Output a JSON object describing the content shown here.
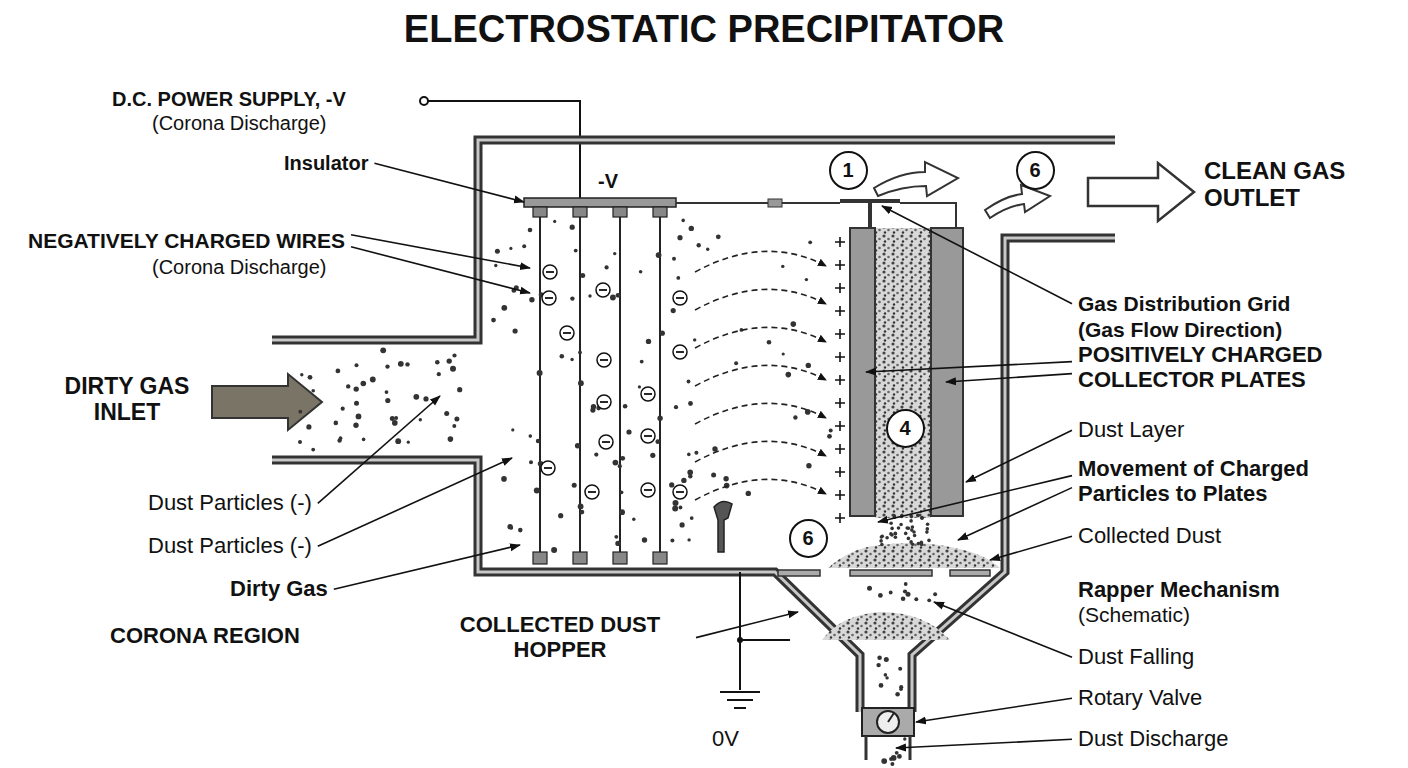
{
  "diagram": {
    "title": "ELECTROSTATIC PRECIPITATOR",
    "nodes": [
      {
        "text": [
          "1"
        ]
      },
      {
        "text": [
          "6"
        ]
      },
      {
        "text": [
          "4"
        ]
      },
      {
        "text": [
          "6"
        ]
      }
    ],
    "labels": [
      "D.C. POWER SUPPLY, -V",
      "(Corona Discharge)",
      "Insulator",
      "-V",
      "NEGATIVELY CHARGED WIRES",
      "(Corona Discharge)",
      "DIRTY GAS INLET",
      "Dust Particles (-)",
      "Dust Particles (-)",
      "Dirty Gas",
      "CORONA REGION",
      "COLLECTED DUST HOPPER",
      "0V",
      "CLEAN GAS OUTLET",
      "Gas Distribution Grid",
      "(Gas Flow Direction)",
      "POSITIVELY CHARGED COLLECTOR PLATES",
      "Dust Layer",
      "Movement of Charged Particles to Plates",
      "Collected Dust",
      "Rapper Mechanism",
      "(Schematic)",
      "Dust Falling",
      "Rotary Valve",
      "Dust Discharge"
    ]
  }
}
